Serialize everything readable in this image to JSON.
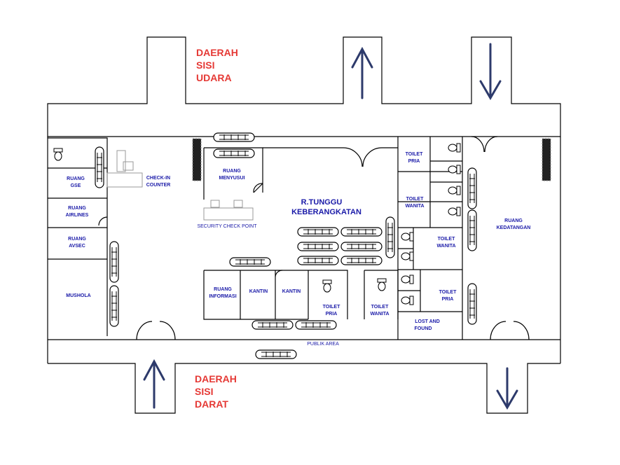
{
  "zones": {
    "airside": [
      "DAERAH",
      "SISI",
      "UDARA"
    ],
    "landside": [
      "DAERAH",
      "SISI",
      "DARAT"
    ]
  },
  "rooms": {
    "gse": [
      "RUANG",
      "GSE"
    ],
    "airlines": [
      "RUANG",
      "AIRLINES"
    ],
    "avsec": [
      "RUANG",
      "AVSEC"
    ],
    "mushola": [
      "MUSHOLA"
    ],
    "checkin": [
      "CHECK-IN",
      "COUNTER"
    ],
    "menyusui": [
      "RUANG",
      "MENYUSUI"
    ],
    "security": [
      "SECURITY CHECK POINT"
    ],
    "departure_lounge": [
      "R.TUNGGU",
      "KEBERANGKATAN"
    ],
    "informasi": [
      "RUANG",
      "INFORMASI"
    ],
    "kantin1": [
      "KANTIN"
    ],
    "kantin2": [
      "KANTIN"
    ],
    "toilet_pria_bottom": [
      "TOILET",
      "PRIA"
    ],
    "toilet_wanita_bottom": [
      "TOILET",
      "WANITA"
    ],
    "toilet_pria_top": [
      "TOILET",
      "PRIA"
    ],
    "toilet_wanita_top": [
      "TOILET",
      "WANITA"
    ],
    "toilet_wanita_mid": [
      "TOILET",
      "WANITA"
    ],
    "toilet_pria_right": [
      "TOILET",
      "PRIA"
    ],
    "lost_found": [
      "LOST  AND",
      "FOUND"
    ],
    "kedatangan": [
      "RUANG",
      "KEDATANGAN"
    ],
    "public_area": [
      "PUBLIK AREA"
    ]
  },
  "colors": {
    "zone": "#e53935",
    "room": "#1a1aa8",
    "arrow": "#2d3a6b"
  }
}
